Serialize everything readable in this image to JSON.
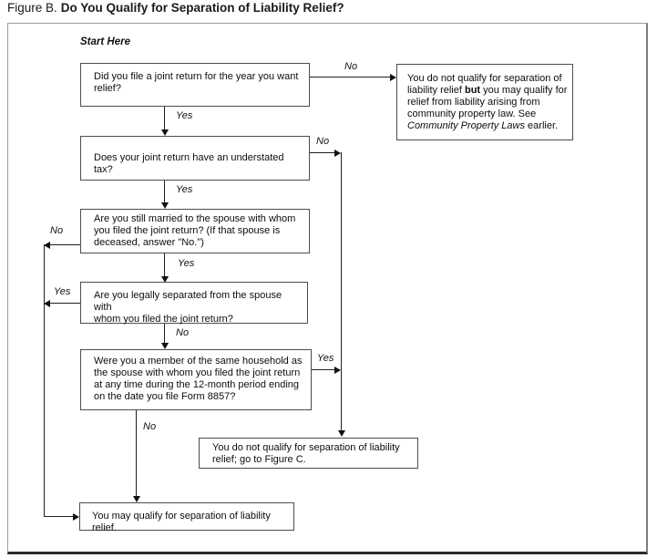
{
  "title": {
    "prefix": "Figure B.",
    "main": "Do You Qualify for Separation of Liability Relief?"
  },
  "flowchart": {
    "start_label": "Start Here",
    "labels": {
      "yes": "Yes",
      "no": "No"
    },
    "questions": {
      "joint_return": "Did you file a joint return for the year you want\nrelief?",
      "understated_tax": "Does your joint return have an understated tax?",
      "still_married": "Are you still married to the spouse with whom\nyou filed the joint return? (If that spouse is\ndeceased, answer \"No.\")",
      "legally_separated": "Are you legally separated from the spouse with\nwhom you filed the joint return?",
      "same_household": "Were you a member of the same household as\nthe spouse with whom you filed the joint return\nat any time during the 12-month period ending\non the date you file Form 8857?"
    },
    "results": {
      "community_property_segments": [
        {
          "t": "You do not qualify for separation of\nliability relief "
        },
        {
          "t": "but",
          "b": 1
        },
        {
          "t": " you may qualify for\nrelief from liability arising from\ncommunity property law. See\n"
        },
        {
          "t": "Community Property Laws",
          "i": 1
        },
        {
          "t": " earlier."
        }
      ],
      "figure_c": "You do not qualify for separation of liability\nrelief; go to Figure C.",
      "may_qualify": "You may qualify for separation of liability relief."
    }
  },
  "colors": {
    "background": "#ffffff",
    "text": "#000000",
    "line": "#1f1f1f",
    "box_border": "#4d4d4d",
    "frame_bottom": "#2a2a2a"
  }
}
